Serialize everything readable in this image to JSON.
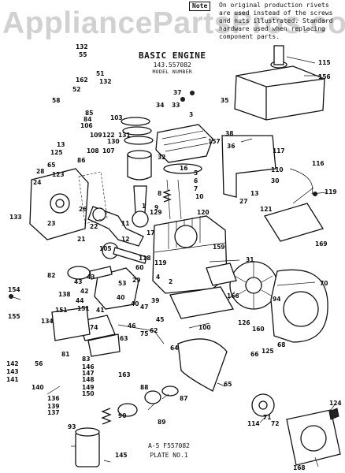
{
  "watermark": "AppliancePartsPros.com",
  "note": {
    "label": "Note",
    "text": "On original production rivets are used instead of the screws and nuts illustrated. Standard hardware used when replacing component parts."
  },
  "title": "BASIC ENGINE",
  "model_number": "143.557082",
  "model_label": "MODEL NUMBER",
  "footer": {
    "plate_code": "A-5  F557082",
    "plate": "PLATE NO.1"
  },
  "callouts": [
    "132",
    "55",
    "51",
    "132",
    "162",
    "52",
    "58",
    "85",
    "84",
    "106",
    "103",
    "109",
    "122",
    "131",
    "130",
    "107",
    "108",
    "13",
    "125",
    "65",
    "123",
    "86",
    "28",
    "24",
    "133",
    "23",
    "26",
    "1",
    "17",
    "11",
    "12",
    "22",
    "21",
    "105",
    "129",
    "118",
    "119",
    "32",
    "5",
    "6",
    "7",
    "10",
    "8",
    "9",
    "16",
    "3",
    "34",
    "33",
    "37",
    "35",
    "36",
    "38",
    "117",
    "157",
    "116",
    "110",
    "30",
    "119",
    "13",
    "27",
    "120",
    "121",
    "169",
    "115",
    "156",
    "31",
    "159",
    "82",
    "43",
    "42",
    "44",
    "41",
    "40",
    "53",
    "151",
    "138",
    "134",
    "154",
    "155",
    "39",
    "45",
    "75",
    "70",
    "94",
    "166",
    "100",
    "64",
    "126",
    "160",
    "68",
    "66",
    "125",
    "62",
    "63",
    "46",
    "74",
    "81",
    "83",
    "146",
    "147",
    "148",
    "149",
    "150",
    "163",
    "56",
    "140",
    "143",
    "142",
    "141",
    "136",
    "137",
    "139",
    "88",
    "87",
    "89",
    "90",
    "145",
    "93",
    "65",
    "114",
    "71",
    "72",
    "124",
    "168",
    "43",
    "60",
    "151",
    "29",
    "47",
    "40",
    "4",
    "2"
  ]
}
